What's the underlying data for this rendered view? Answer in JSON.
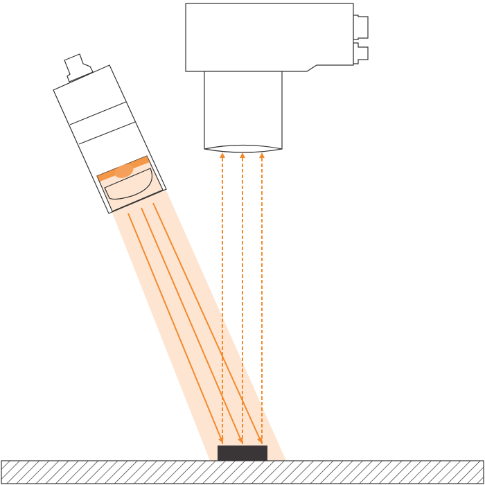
{
  "diagram": {
    "components": [
      "camera",
      "angled-light",
      "light-beam",
      "object",
      "surface"
    ],
    "colors": {
      "outline": "#333333",
      "beam": "#fde5d2",
      "accent": "#f28a2e",
      "object": "#3a3536",
      "lens_glow": "#f5a05a"
    }
  }
}
